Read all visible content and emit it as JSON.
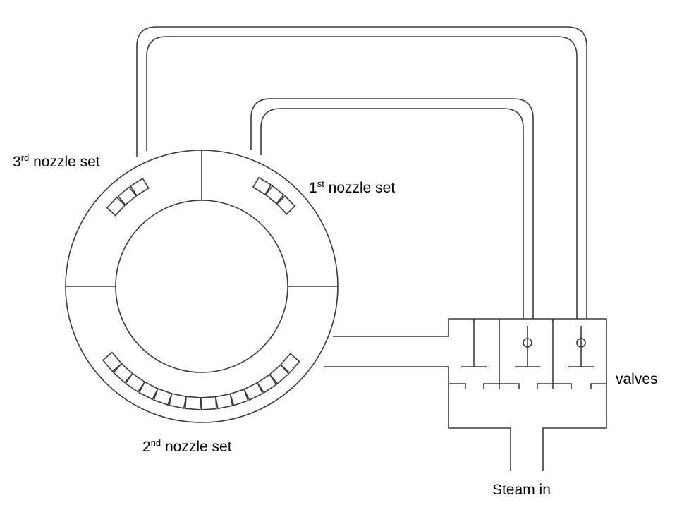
{
  "labels": {
    "nozzle3": {
      "num": "3",
      "sup": "rd",
      "text": " nozzle set"
    },
    "nozzle1": {
      "num": "1",
      "sup": "st",
      "text": " nozzle set"
    },
    "nozzle2": {
      "num": "2",
      "sup": "nd",
      "text": " nozzle set"
    },
    "valves": "valves",
    "steam_in": "Steam in"
  },
  "nozzle_blocks": {
    "first_set": 3,
    "second_set": 14,
    "third_set": 3
  }
}
